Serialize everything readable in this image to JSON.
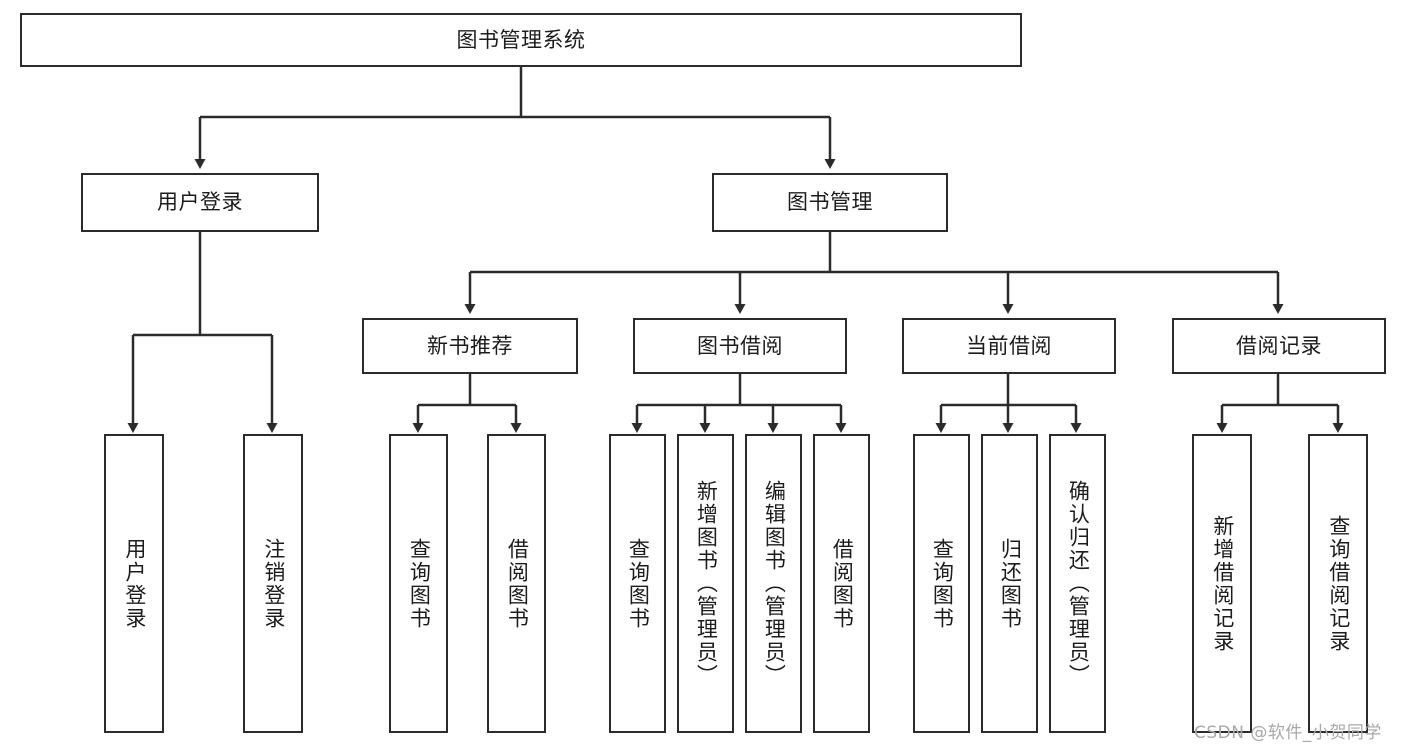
{
  "diagram": {
    "type": "tree",
    "title": "图书管理系统",
    "root": {
      "label": "图书管理系统"
    },
    "level1": [
      {
        "label": "用户登录"
      },
      {
        "label": "图书管理"
      }
    ],
    "level2": [
      {
        "label": "新书推荐"
      },
      {
        "label": "图书借阅"
      },
      {
        "label": "当前借阅"
      },
      {
        "label": "借阅记录"
      }
    ],
    "leaves": {
      "user_login": [
        {
          "label": "用户登录"
        },
        {
          "label": "注销登录"
        }
      ],
      "new_book_recommend": [
        {
          "label": "查询图书"
        },
        {
          "label": "借阅图书"
        }
      ],
      "book_borrow": [
        {
          "label": "查询图书"
        },
        {
          "label": "新增图书（管理员）"
        },
        {
          "label": "编辑图书（管理员）"
        },
        {
          "label": "借阅图书"
        }
      ],
      "current_borrow": [
        {
          "label": "查询图书"
        },
        {
          "label": "归还图书"
        },
        {
          "label": "确认归还（管理员）"
        }
      ],
      "borrow_record": [
        {
          "label": "新增借阅记录"
        },
        {
          "label": "查询借阅记录"
        }
      ]
    }
  },
  "watermark": {
    "text": "CSDN @软件_小贺同学"
  },
  "colors": {
    "stroke": "#2b2b2b",
    "fill": "#ffffff",
    "text": "#1c1c1c",
    "watermark": "#a8a8a8"
  }
}
